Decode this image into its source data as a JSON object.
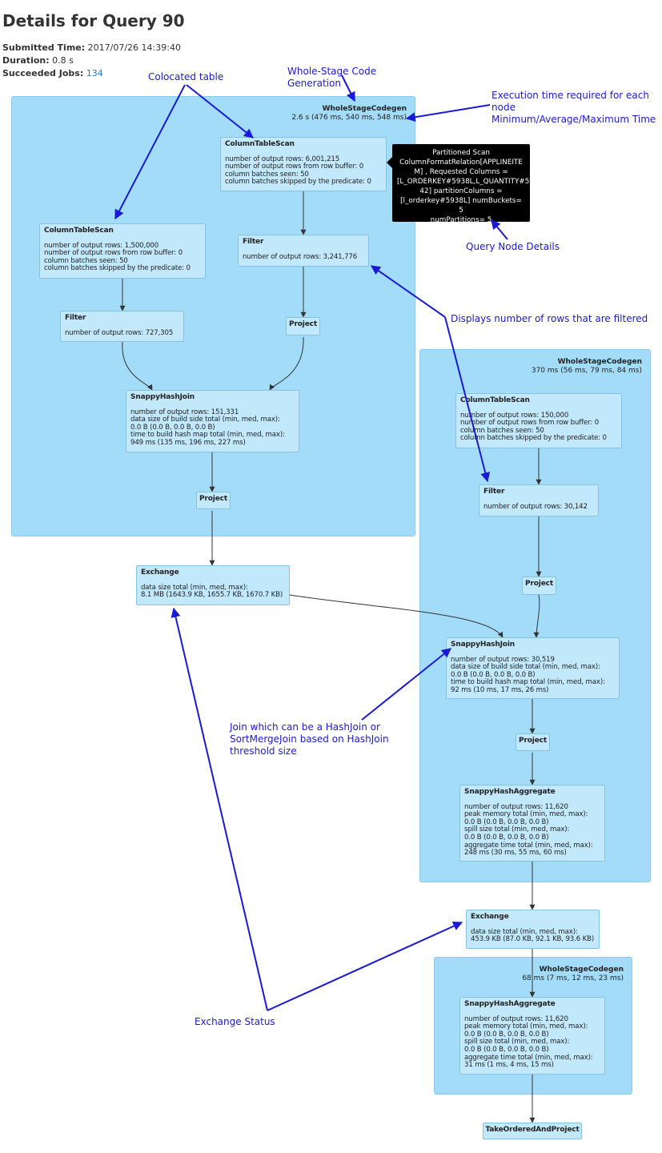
{
  "header": {
    "title": "Details for Query 90",
    "submitted_label": "Submitted Time:",
    "submitted_value": "2017/07/26 14:39:40",
    "duration_label": "Duration:",
    "duration_value": "0.8 s",
    "jobs_label": "Succeeded Jobs:",
    "jobs_value": "134"
  },
  "clusters": {
    "c1": {
      "name": "WholeStageCodegen",
      "time": "2.6 s (476 ms, 540 ms, 548 ms)"
    },
    "c2": {
      "name": "WholeStageCodegen",
      "time": "370 ms (56 ms, 79 ms, 84 ms)"
    },
    "c3": {
      "name": "WholeStageCodegen",
      "time": "68 ms (7 ms, 12 ms, 23 ms)"
    }
  },
  "nodes": {
    "scan1": {
      "name": "ColumnTableScan",
      "lines": [
        "number of output rows: 6,001,215",
        "number of output rows from row buffer: 0",
        "column batches seen: 50",
        "column batches skipped by the predicate: 0"
      ]
    },
    "scan2": {
      "name": "ColumnTableScan",
      "lines": [
        "number of output rows: 1,500,000",
        "number of output rows from row buffer: 0",
        "column batches seen: 50",
        "column batches skipped by the predicate: 0"
      ]
    },
    "filter1": {
      "name": "Filter",
      "lines": [
        "number of output rows: 3,241,776"
      ]
    },
    "filter2": {
      "name": "Filter",
      "lines": [
        "number of output rows: 727,305"
      ]
    },
    "project1": {
      "name": "Project"
    },
    "join1": {
      "name": "SnappyHashJoin",
      "lines": [
        "number of output rows: 151,331",
        "data size of build side total (min, med, max):",
        "0.0 B (0.0 B, 0.0 B, 0.0 B)",
        "time to build hash map total (min, med, max):",
        "949 ms (135 ms, 196 ms, 227 ms)"
      ]
    },
    "project2": {
      "name": "Project"
    },
    "exchange1": {
      "name": "Exchange",
      "lines": [
        "data size total (min, med, max):",
        "8.1 MB (1643.9 KB, 1655.7 KB, 1670.7 KB)"
      ]
    },
    "scan3": {
      "name": "ColumnTableScan",
      "lines": [
        "number of output rows: 150,000",
        "number of output rows from row buffer: 0",
        "column batches seen: 50",
        "column batches skipped by the predicate: 0"
      ]
    },
    "filter3": {
      "name": "Filter",
      "lines": [
        "number of output rows: 30,142"
      ]
    },
    "project3": {
      "name": "Project"
    },
    "join2": {
      "name": "SnappyHashJoin",
      "lines": [
        "number of output rows: 30,519",
        "data size of build side total (min, med, max):",
        "0.0 B (0.0 B, 0.0 B, 0.0 B)",
        "time to build hash map total (min, med, max):",
        "92 ms (10 ms, 17 ms, 26 ms)"
      ]
    },
    "project4": {
      "name": "Project"
    },
    "agg1": {
      "name": "SnappyHashAggregate",
      "lines": [
        "number of output rows: 11,620",
        "peak memory total (min, med, max):",
        "0.0 B (0.0 B, 0.0 B, 0.0 B)",
        "spill size total (min, med, max):",
        "0.0 B (0.0 B, 0.0 B, 0.0 B)",
        "aggregate time total (min, med, max):",
        "248 ms (30 ms, 55 ms, 60 ms)"
      ]
    },
    "exchange2": {
      "name": "Exchange",
      "lines": [
        "data size total (min, med, max):",
        "453.9 KB (87.0 KB, 92.1 KB, 93.6 KB)"
      ]
    },
    "agg2": {
      "name": "SnappyHashAggregate",
      "lines": [
        "number of output rows: 11,620",
        "peak memory total (min, med, max):",
        "0.0 B (0.0 B, 0.0 B, 0.0 B)",
        "spill size total (min, med, max):",
        "0.0 B (0.0 B, 0.0 B, 0.0 B)",
        "aggregate time total (min, med, max):",
        "31 ms (1 ms, 4 ms, 15 ms)"
      ]
    },
    "take": {
      "name": "TakeOrderedAndProject"
    }
  },
  "tooltip": {
    "lines": [
      "Partitioned Scan",
      "ColumnFormatRelation[APPLINEITE",
      "M] , Requested Columns =",
      "[L_ORDERKEY#5938L,L_QUANTITY#59",
      "42] partitionColumns =",
      "[l_orderkey#5938L] numBuckets= 5",
      "numPartitions= 5"
    ]
  },
  "annotations": {
    "colocated": "Colocated table",
    "wscg": [
      "Whole-Stage Code",
      "Generation"
    ],
    "exec_time": [
      "Execution time required for each",
      "node",
      "Minimum/Average/Maximum Time"
    ],
    "query_node": "Query Node Details",
    "filtered": "Displays number of rows that are filtered",
    "join_note": [
      "Join which can be a HashJoin or",
      "SortMergeJoin based on HashJoin",
      "threshold size"
    ],
    "exchange_status": "Exchange Status"
  },
  "colors": {
    "cluster": "#a2dcf8",
    "node": "#c2e8fc",
    "annotation": "#1a1ad6",
    "link": "#2c7ab8"
  }
}
